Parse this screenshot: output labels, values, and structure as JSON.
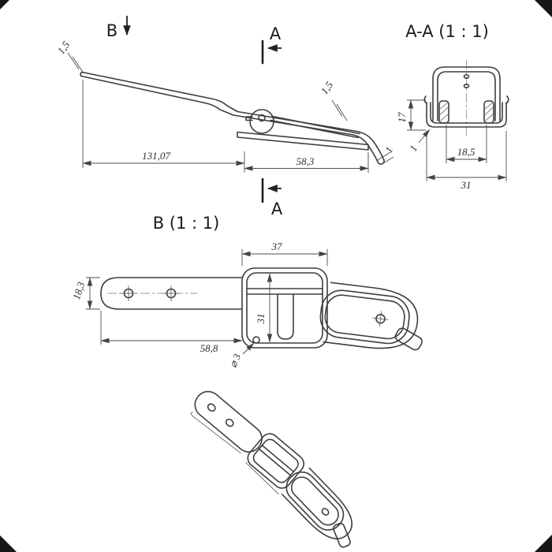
{
  "canvas": {
    "background": "#ffffff",
    "line_color": "#3e3e3e"
  },
  "side_view": {
    "cut_label_b": "B",
    "cut_label_a_top": "A",
    "cut_label_a_bottom": "A",
    "dim_tip_thickness": "1,5",
    "dim_cover_thickness": "1,5",
    "dim_overall_length": "131,07",
    "dim_body_length": "58,3",
    "dim_hook_thickness": "1"
  },
  "section_view": {
    "title": "A-A (1 : 1)",
    "dim_height": "17",
    "dim_flange_thickness": "1",
    "dim_inner_width": "18,5",
    "dim_outer_width": "31"
  },
  "top_view": {
    "title": "B (1 : 1)",
    "dim_frame_width": "37",
    "dim_plate_width": "18,3",
    "dim_housing_width": "31",
    "dim_plate_length": "58,8",
    "dim_hole_diameter": "⌀ 3"
  }
}
